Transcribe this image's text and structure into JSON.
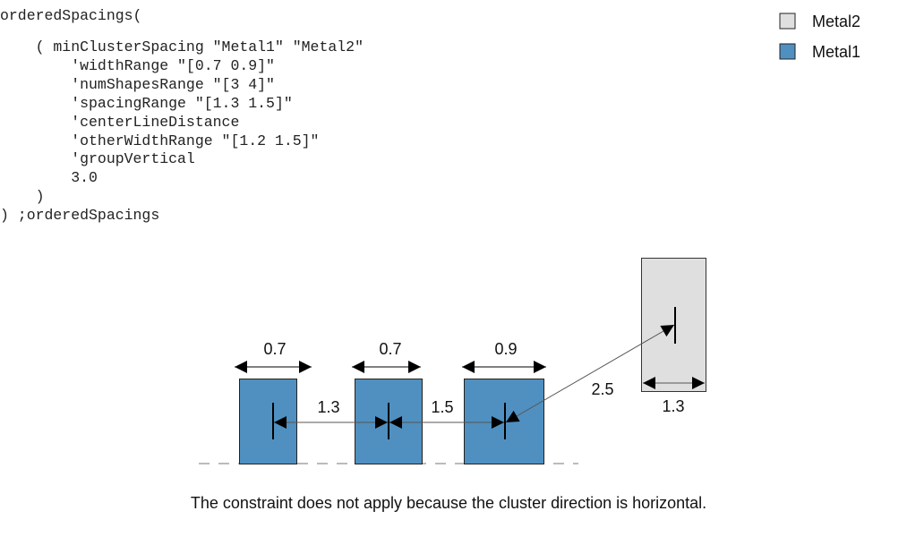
{
  "code": {
    "lines": [
      "orderedSpacings(",
      "    ( minClusterSpacing \"Metal1\" \"Metal2\"",
      "        'widthRange \"[0.7 0.9]\"",
      "        'numShapesRange \"[3 4]\"",
      "        'spacingRange \"[1.3 1.5]\"",
      "        'centerLineDistance",
      "        'otherWidthRange \"[1.2 1.5]\"",
      "        'groupVertical",
      "        3.0",
      "    )",
      ") ;orderedSpacings"
    ]
  },
  "legend": {
    "items": [
      {
        "label": "Metal2",
        "color": "#e0dfe0"
      },
      {
        "label": "Metal1",
        "color": "#5090c0"
      }
    ]
  },
  "diagram": {
    "widths": [
      "0.7",
      "0.7",
      "0.9"
    ],
    "spacings": [
      "1.3",
      "1.5"
    ],
    "diagonal_distance": "2.5",
    "metal2_width": "1.3"
  },
  "caption": "The constraint does not apply because the cluster direction is horizontal."
}
